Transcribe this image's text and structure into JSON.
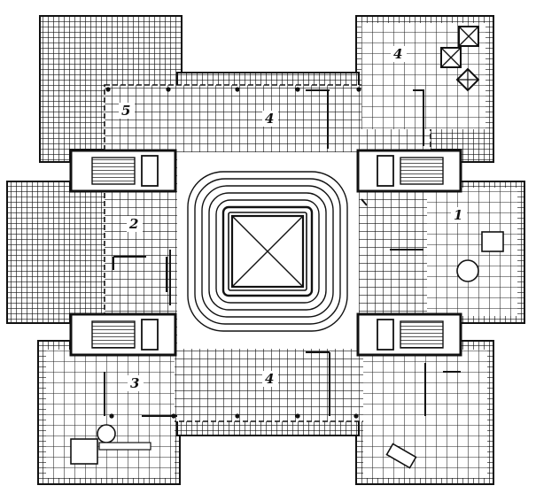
{
  "rooms": {
    "r1": "1",
    "r2": "2",
    "r3": "3",
    "r4_ne": "4",
    "r4_top": "4",
    "r4_bottom": "4",
    "r5": "5"
  },
  "colors": {
    "ink": "#111111",
    "paper": "#ffffff"
  }
}
